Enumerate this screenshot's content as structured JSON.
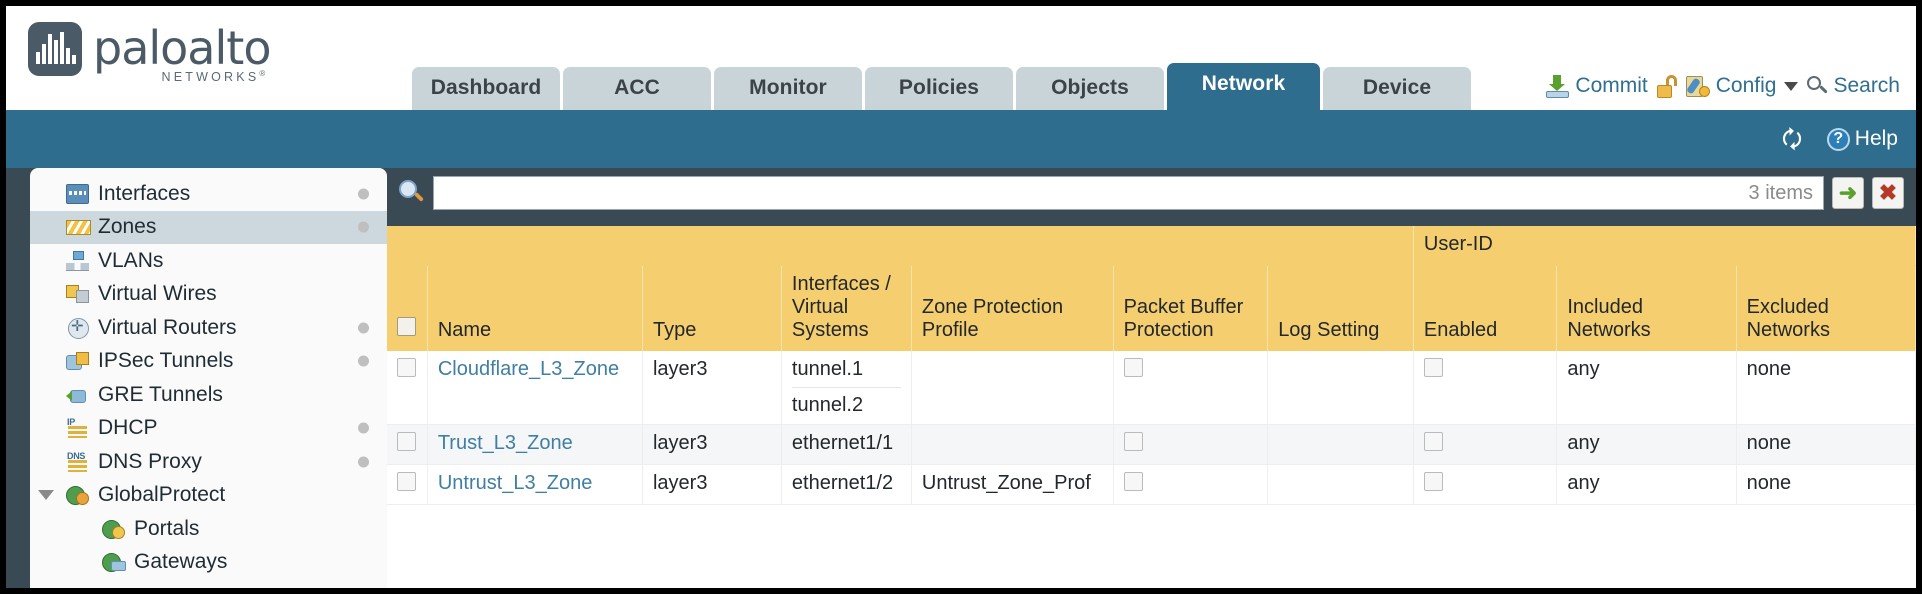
{
  "brand": {
    "name": "paloalto",
    "sub": "NETWORKS",
    "sup": "®"
  },
  "nav": {
    "tabs": [
      {
        "label": "Dashboard",
        "active": false
      },
      {
        "label": "ACC",
        "active": false
      },
      {
        "label": "Monitor",
        "active": false
      },
      {
        "label": "Policies",
        "active": false
      },
      {
        "label": "Objects",
        "active": false
      },
      {
        "label": "Network",
        "active": true
      },
      {
        "label": "Device",
        "active": false
      }
    ]
  },
  "utility": {
    "commit": "Commit",
    "lock_icon": "padlock-icon",
    "config": "Config",
    "search": "Search"
  },
  "bluebar": {
    "refresh_icon": "refresh-icon",
    "help": "Help",
    "help_glyph": "?"
  },
  "sidebar": {
    "items": [
      {
        "label": "Interfaces",
        "icon": "interfaces-icon",
        "dot": true,
        "active": false,
        "child": false,
        "tri": false
      },
      {
        "label": "Zones",
        "icon": "zones-icon",
        "dot": true,
        "active": true,
        "child": false,
        "tri": false
      },
      {
        "label": "VLANs",
        "icon": "vlans-icon",
        "dot": false,
        "active": false,
        "child": false,
        "tri": false
      },
      {
        "label": "Virtual Wires",
        "icon": "virtual-wires-icon",
        "dot": false,
        "active": false,
        "child": false,
        "tri": false
      },
      {
        "label": "Virtual Routers",
        "icon": "virtual-routers-icon",
        "dot": true,
        "active": false,
        "child": false,
        "tri": false
      },
      {
        "label": "IPSec Tunnels",
        "icon": "ipsec-tunnels-icon",
        "dot": true,
        "active": false,
        "child": false,
        "tri": false
      },
      {
        "label": "GRE Tunnels",
        "icon": "gre-tunnels-icon",
        "dot": false,
        "active": false,
        "child": false,
        "tri": false
      },
      {
        "label": "DHCP",
        "icon": "dhcp-icon",
        "dot": true,
        "active": false,
        "child": false,
        "tri": false,
        "tag": "IP"
      },
      {
        "label": "DNS Proxy",
        "icon": "dns-proxy-icon",
        "dot": true,
        "active": false,
        "child": false,
        "tri": false,
        "tag": "DNS"
      },
      {
        "label": "GlobalProtect",
        "icon": "globalprotect-icon",
        "dot": false,
        "active": false,
        "child": false,
        "tri": true
      },
      {
        "label": "Portals",
        "icon": "portals-icon",
        "dot": false,
        "active": false,
        "child": true,
        "tri": false
      },
      {
        "label": "Gateways",
        "icon": "gateways-icon",
        "dot": false,
        "active": false,
        "child": true,
        "tri": false
      }
    ]
  },
  "filter": {
    "search_icon": "filter-search-icon",
    "value": "",
    "placeholder": "",
    "item_count": "3 items",
    "apply_icon": "apply-filter-icon",
    "apply_glyph": "➜",
    "clear_icon": "clear-filter-icon",
    "clear_glyph": "✖"
  },
  "table": {
    "group_header": "User-ID",
    "columns": [
      "Name",
      "Type",
      "Interfaces / Virtual Systems",
      "Zone Protection Profile",
      "Packet Buffer Protection",
      "Log Setting",
      "Enabled",
      "Included Networks",
      "Excluded Networks"
    ],
    "rows": [
      {
        "selected": false,
        "name": "Cloudflare_L3_Zone",
        "type": "layer3",
        "interfaces": [
          "tunnel.1",
          "tunnel.2"
        ],
        "zone_protection_profile": "",
        "packet_buffer_protection": false,
        "log_setting": "",
        "userid_enabled": false,
        "included_networks": "any",
        "excluded_networks": "none"
      },
      {
        "selected": false,
        "name": "Trust_L3_Zone",
        "type": "layer3",
        "interfaces": [
          "ethernet1/1"
        ],
        "zone_protection_profile": "",
        "packet_buffer_protection": false,
        "log_setting": "",
        "userid_enabled": false,
        "included_networks": "any",
        "excluded_networks": "none"
      },
      {
        "selected": false,
        "name": "Untrust_L3_Zone",
        "type": "layer3",
        "interfaces": [
          "ethernet1/2"
        ],
        "zone_protection_profile": "Untrust_Zone_Prof",
        "packet_buffer_protection": false,
        "log_setting": "",
        "userid_enabled": false,
        "included_networks": "any",
        "excluded_networks": "none"
      }
    ]
  },
  "colors": {
    "brand_slate": "#4a5a66",
    "tab_active": "#2e6d8e",
    "tab_inactive": "#c9d4d8",
    "header_amber": "#f5ce70",
    "group_amber": "#e0ae3c",
    "link_blue": "#3f7fa3",
    "body_backdrop": "#3a4a55"
  }
}
